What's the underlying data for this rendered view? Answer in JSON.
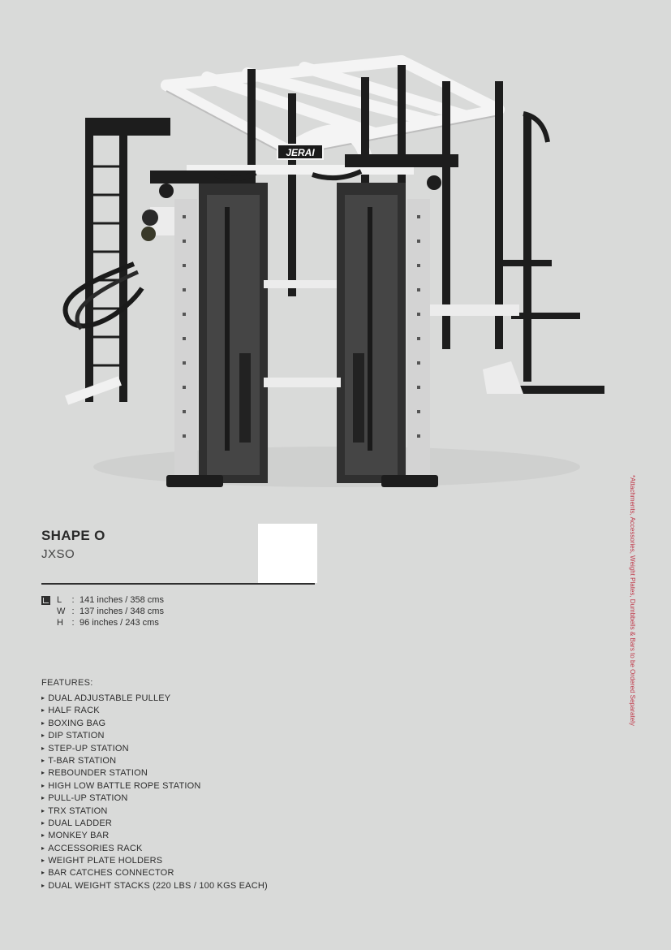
{
  "product": {
    "name": "SHAPE O",
    "code": "JXSO",
    "brand_logo": "JERAI"
  },
  "dimensions": {
    "icon": "dimension-icon",
    "rows": [
      {
        "key": "L",
        "sep": ":",
        "value": "141 inches / 358 cms"
      },
      {
        "key": "W",
        "sep": ":",
        "value": "137 inches / 348 cms"
      },
      {
        "key": "H",
        "sep": ":",
        "value": "96 inches / 243 cms"
      }
    ]
  },
  "features": {
    "heading": "FEATURES:",
    "items": [
      "DUAL ADJUSTABLE PULLEY",
      "HALF RACK",
      "BOXING BAG",
      "DIP STATION",
      "STEP-UP STATION",
      "T-BAR STATION",
      "REBOUNDER STATION",
      "HIGH LOW BATTLE ROPE STATION",
      "PULL-UP STATION",
      "TRX STATION",
      "DUAL LADDER",
      "MONKEY BAR",
      "ACCESSORIES RACK",
      "WEIGHT PLATE HOLDERS",
      "BAR CATCHES CONNECTOR",
      "DUAL WEIGHT STACKS (220 LBS / 100 KGS EACH)"
    ]
  },
  "side_note": "*Attachments, Accessories, Weight Plates, Dumbbells & Bars to be Ordered Separately",
  "colors": {
    "background": "#d9dad9",
    "note": "#c0394a",
    "frame_dark": "#1d1d1d",
    "frame_white": "#f4f4f4"
  }
}
